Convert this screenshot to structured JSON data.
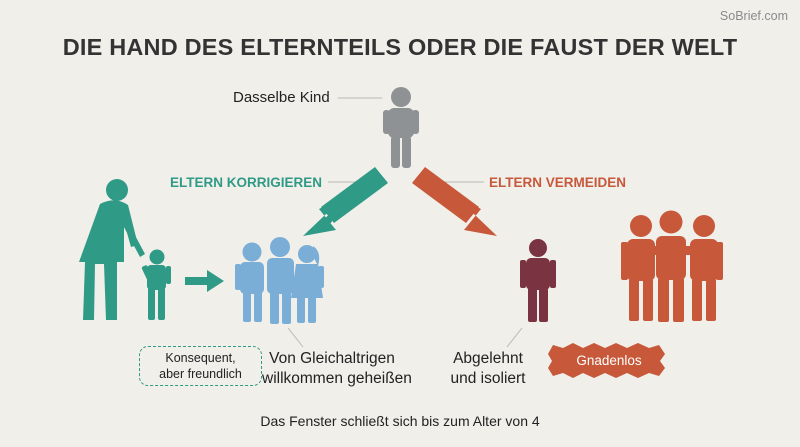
{
  "title": "DIE HAND DES ELTERNTEILS ODER DIE FAUST DER WELT",
  "watermark": "SoBrief.com",
  "top_label": "Dasselbe Kind",
  "left_branch": {
    "label": "ELTERN KORRIGIEREN",
    "badge": [
      "Konsequent,",
      "aber freundlich"
    ],
    "outcome": [
      "Von Gleichaltrigen",
      "willkommen geheißen"
    ]
  },
  "right_branch": {
    "label": "ELTERN VERMEIDEN",
    "outcome": [
      "Abgelehnt",
      "und isoliert"
    ],
    "badge": "Gnadenlos"
  },
  "footer": "Das Fenster schließt sich bis zum Alter von 4",
  "colors": {
    "teal": "#2f9a86",
    "blue": "#7aaed6",
    "orange": "#c7583a",
    "gray": "#8e9295",
    "maroon": "#7a3340",
    "text": "#333333"
  }
}
